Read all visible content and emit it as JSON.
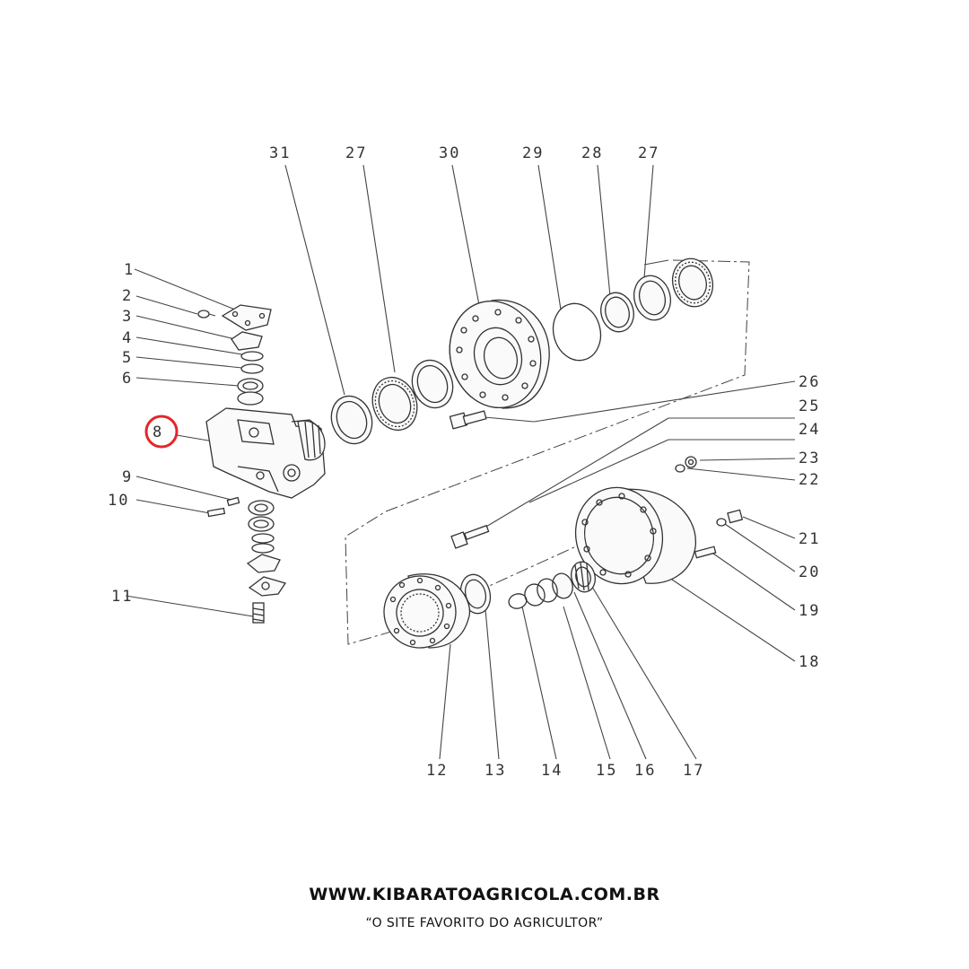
{
  "diagram": {
    "highlight_color": "#e3262b",
    "highlighted_part": "8",
    "labels": {
      "l1": "1",
      "l2": "2",
      "l3": "3",
      "l4": "4",
      "l5": "5",
      "l6": "6",
      "l8": "8",
      "l9": "9",
      "l10": "10",
      "l11": "11",
      "l12": "12",
      "l13": "13",
      "l14": "14",
      "l15": "15",
      "l16": "16",
      "l17": "17",
      "l18": "18",
      "l19": "19",
      "l20": "20",
      "l21": "21",
      "l22": "22",
      "l23": "23",
      "l24": "24",
      "l25": "25",
      "l26": "26",
      "l27a": "27",
      "l27b": "27",
      "l28": "28",
      "l29": "29",
      "l30": "30",
      "l31": "31"
    }
  },
  "footer": {
    "site": "WWW.KIBARATOAGRICOLA.COM.BR",
    "slogan": "“O SITE FAVORITO DO AGRICULTOR”"
  }
}
